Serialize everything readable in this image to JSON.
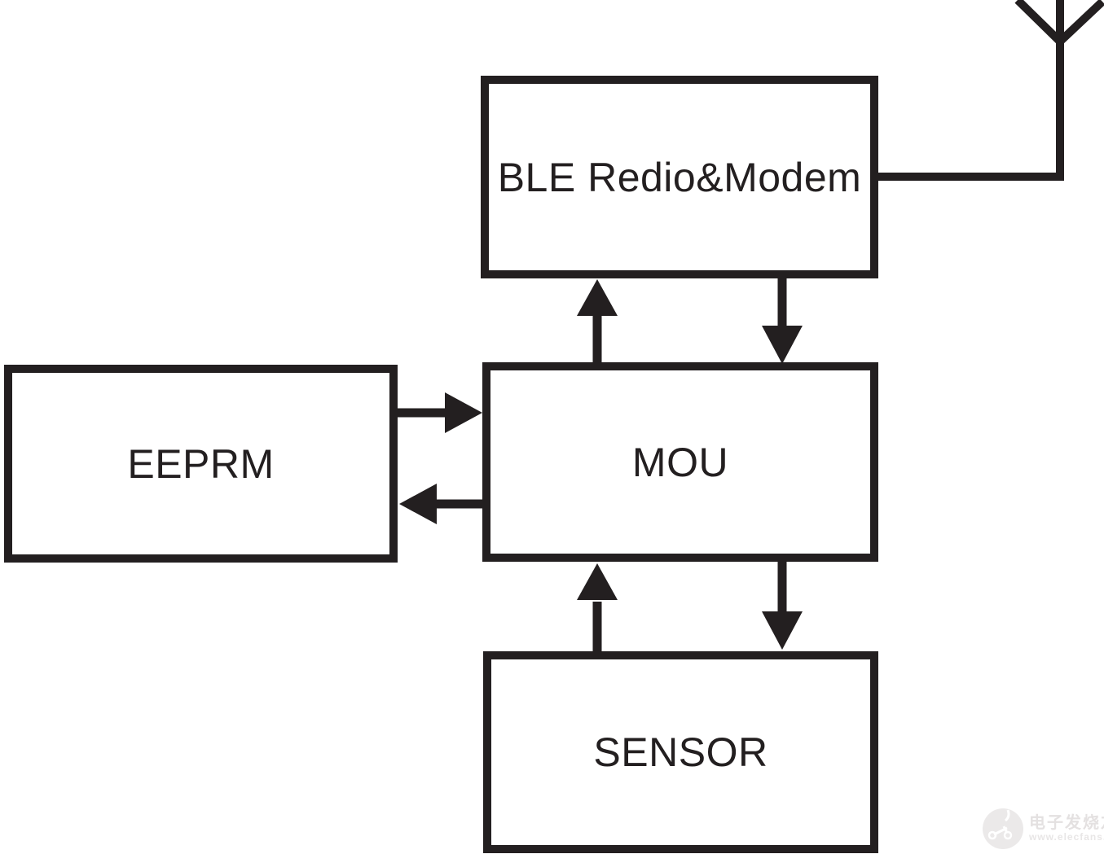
{
  "diagram": {
    "type": "block-diagram",
    "nodes": [
      {
        "id": "ble",
        "label": "BLE Redio&Modem"
      },
      {
        "id": "eeprm",
        "label": "EEPRM"
      },
      {
        "id": "mou",
        "label": "MOU"
      },
      {
        "id": "sensor",
        "label": "SENSOR"
      }
    ],
    "edges": [
      {
        "from": "EEPRM",
        "to": "MOU",
        "direction": "right"
      },
      {
        "from": "MOU",
        "to": "EEPRM",
        "direction": "left"
      },
      {
        "from": "MOU",
        "to": "BLE Redio&Modem",
        "direction": "up"
      },
      {
        "from": "BLE Redio&Modem",
        "to": "MOU",
        "direction": "down"
      },
      {
        "from": "SENSOR",
        "to": "MOU",
        "direction": "up"
      },
      {
        "from": "MOU",
        "to": "SENSOR",
        "direction": "down"
      },
      {
        "from": "BLE Redio&Modem",
        "to": "antenna",
        "direction": "line"
      }
    ]
  },
  "colors": {
    "line": "#231f20",
    "background": "#ffffff",
    "watermark_gray": "#e4e1e1"
  },
  "watermark": {
    "site_name": "电子发烧友",
    "site_url": "www.elecfans.com"
  }
}
